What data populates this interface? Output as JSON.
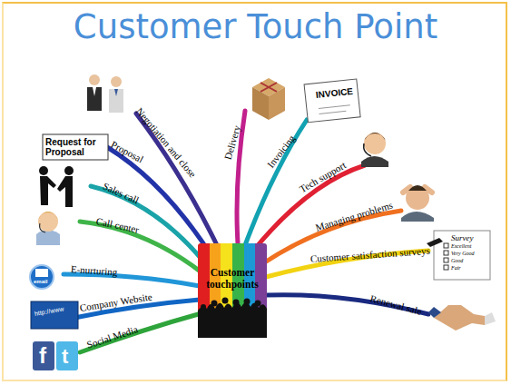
{
  "diagram": {
    "title": "Customer Touch Point",
    "nodes": [
      {
        "text": [
          "Customer touchpoints"
        ]
      }
    ],
    "labels": [
      "Negotiation and close",
      "Proposal",
      "Sales call",
      "Call center",
      "E-nurturing",
      "Company Website",
      "Social Media",
      "Delivery",
      "Invoicing",
      "Tech support",
      "Managing problems",
      "Customer satisfaction surveys",
      "Renewal sale",
      "Request for Proposal",
      "INVOICE",
      "Survey",
      "Excellent",
      "Very Good",
      "Good",
      "Fair",
      "email",
      "http://www",
      "f",
      "t"
    ]
  }
}
